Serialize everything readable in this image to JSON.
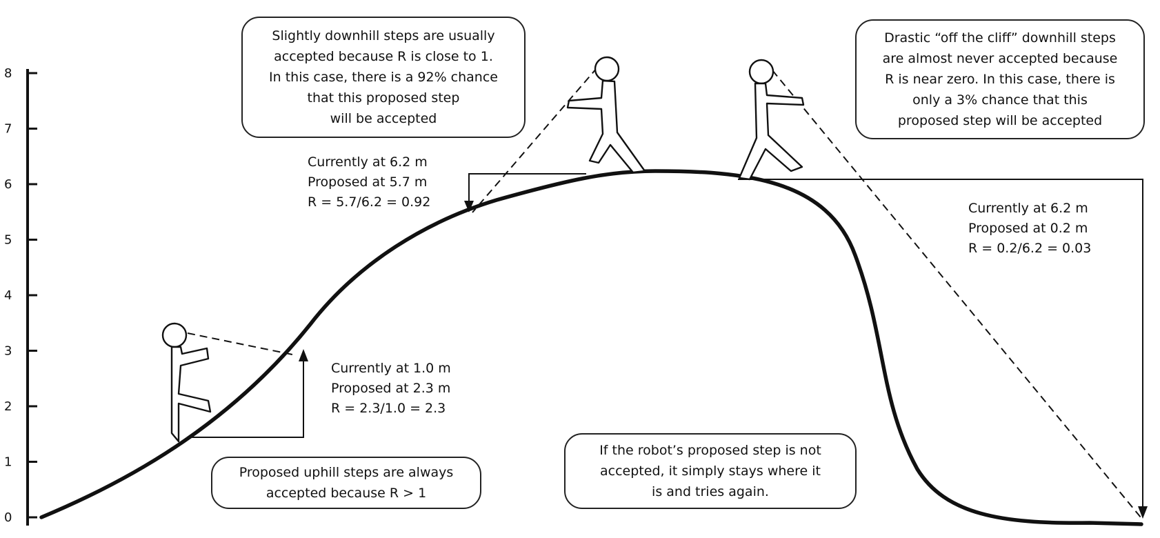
{
  "y_axis": {
    "min": 0,
    "max": 8,
    "ticks": [
      "0",
      "1",
      "2",
      "3",
      "4",
      "5",
      "6",
      "7",
      "8"
    ]
  },
  "callouts": {
    "uphill": [
      "Proposed uphill steps are always",
      "accepted because R > 1"
    ],
    "slight_downhill": [
      "Slightly downhill steps are usually",
      "accepted because R is close to 1.",
      "In this case, there is a 92% chance",
      "that this proposed step",
      "will be accepted"
    ],
    "drastic_downhill": [
      "Drastic “off the cliff” downhill steps",
      "are almost never accepted because",
      "R is near zero. In this case, there is",
      "only a 3% chance that this",
      "proposed step will be accepted"
    ],
    "not_accepted": [
      "If the robot’s proposed step is not",
      "accepted, it simply stays where it",
      "is and tries again."
    ]
  },
  "readouts": {
    "uphill": [
      "Currently at 1.0 m",
      "Proposed at 2.3 m",
      "R = 2.3/1.0 = 2.3"
    ],
    "slight_downhill": [
      "Currently at 6.2 m",
      "Proposed at 5.7 m",
      "R = 5.7/6.2 = 0.92"
    ],
    "drastic_downhill": [
      "Currently at 6.2 m",
      "Proposed at 0.2 m",
      "R = 0.2/6.2 = 0.03"
    ]
  },
  "colors": {
    "ink": "#111111",
    "background": "#ffffff"
  },
  "icons": [
    "stick-figure-walker-icon",
    "dashed-line-of-sight",
    "step-arrow"
  ]
}
